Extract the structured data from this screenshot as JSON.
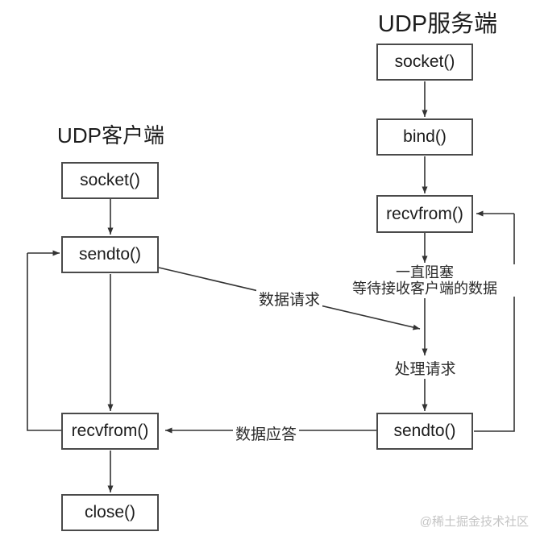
{
  "diagram": {
    "client": {
      "title": "UDP客户端",
      "boxes": [
        {
          "label": "socket()"
        },
        {
          "label": "sendto()"
        },
        {
          "label": "recvfrom()"
        },
        {
          "label": "close()"
        }
      ]
    },
    "server": {
      "title": "UDP服务端",
      "boxes": [
        {
          "label": "socket()"
        },
        {
          "label": "bind()"
        },
        {
          "label": "recvfrom()"
        },
        {
          "label": "sendto()"
        }
      ]
    },
    "annotations": {
      "blocking_line1": "一直阻塞",
      "blocking_line2": "等待接收客户端的数据",
      "process_request": "处理请求",
      "data_request": "数据请求",
      "data_reply": "数据应答"
    },
    "watermark": "@稀土掘金技术社区",
    "colors": {
      "line": "#333333",
      "box_border": "#4a4a4a",
      "text": "#1c1c1c",
      "watermark": "#c5c5c5",
      "background": "#ffffff"
    }
  }
}
